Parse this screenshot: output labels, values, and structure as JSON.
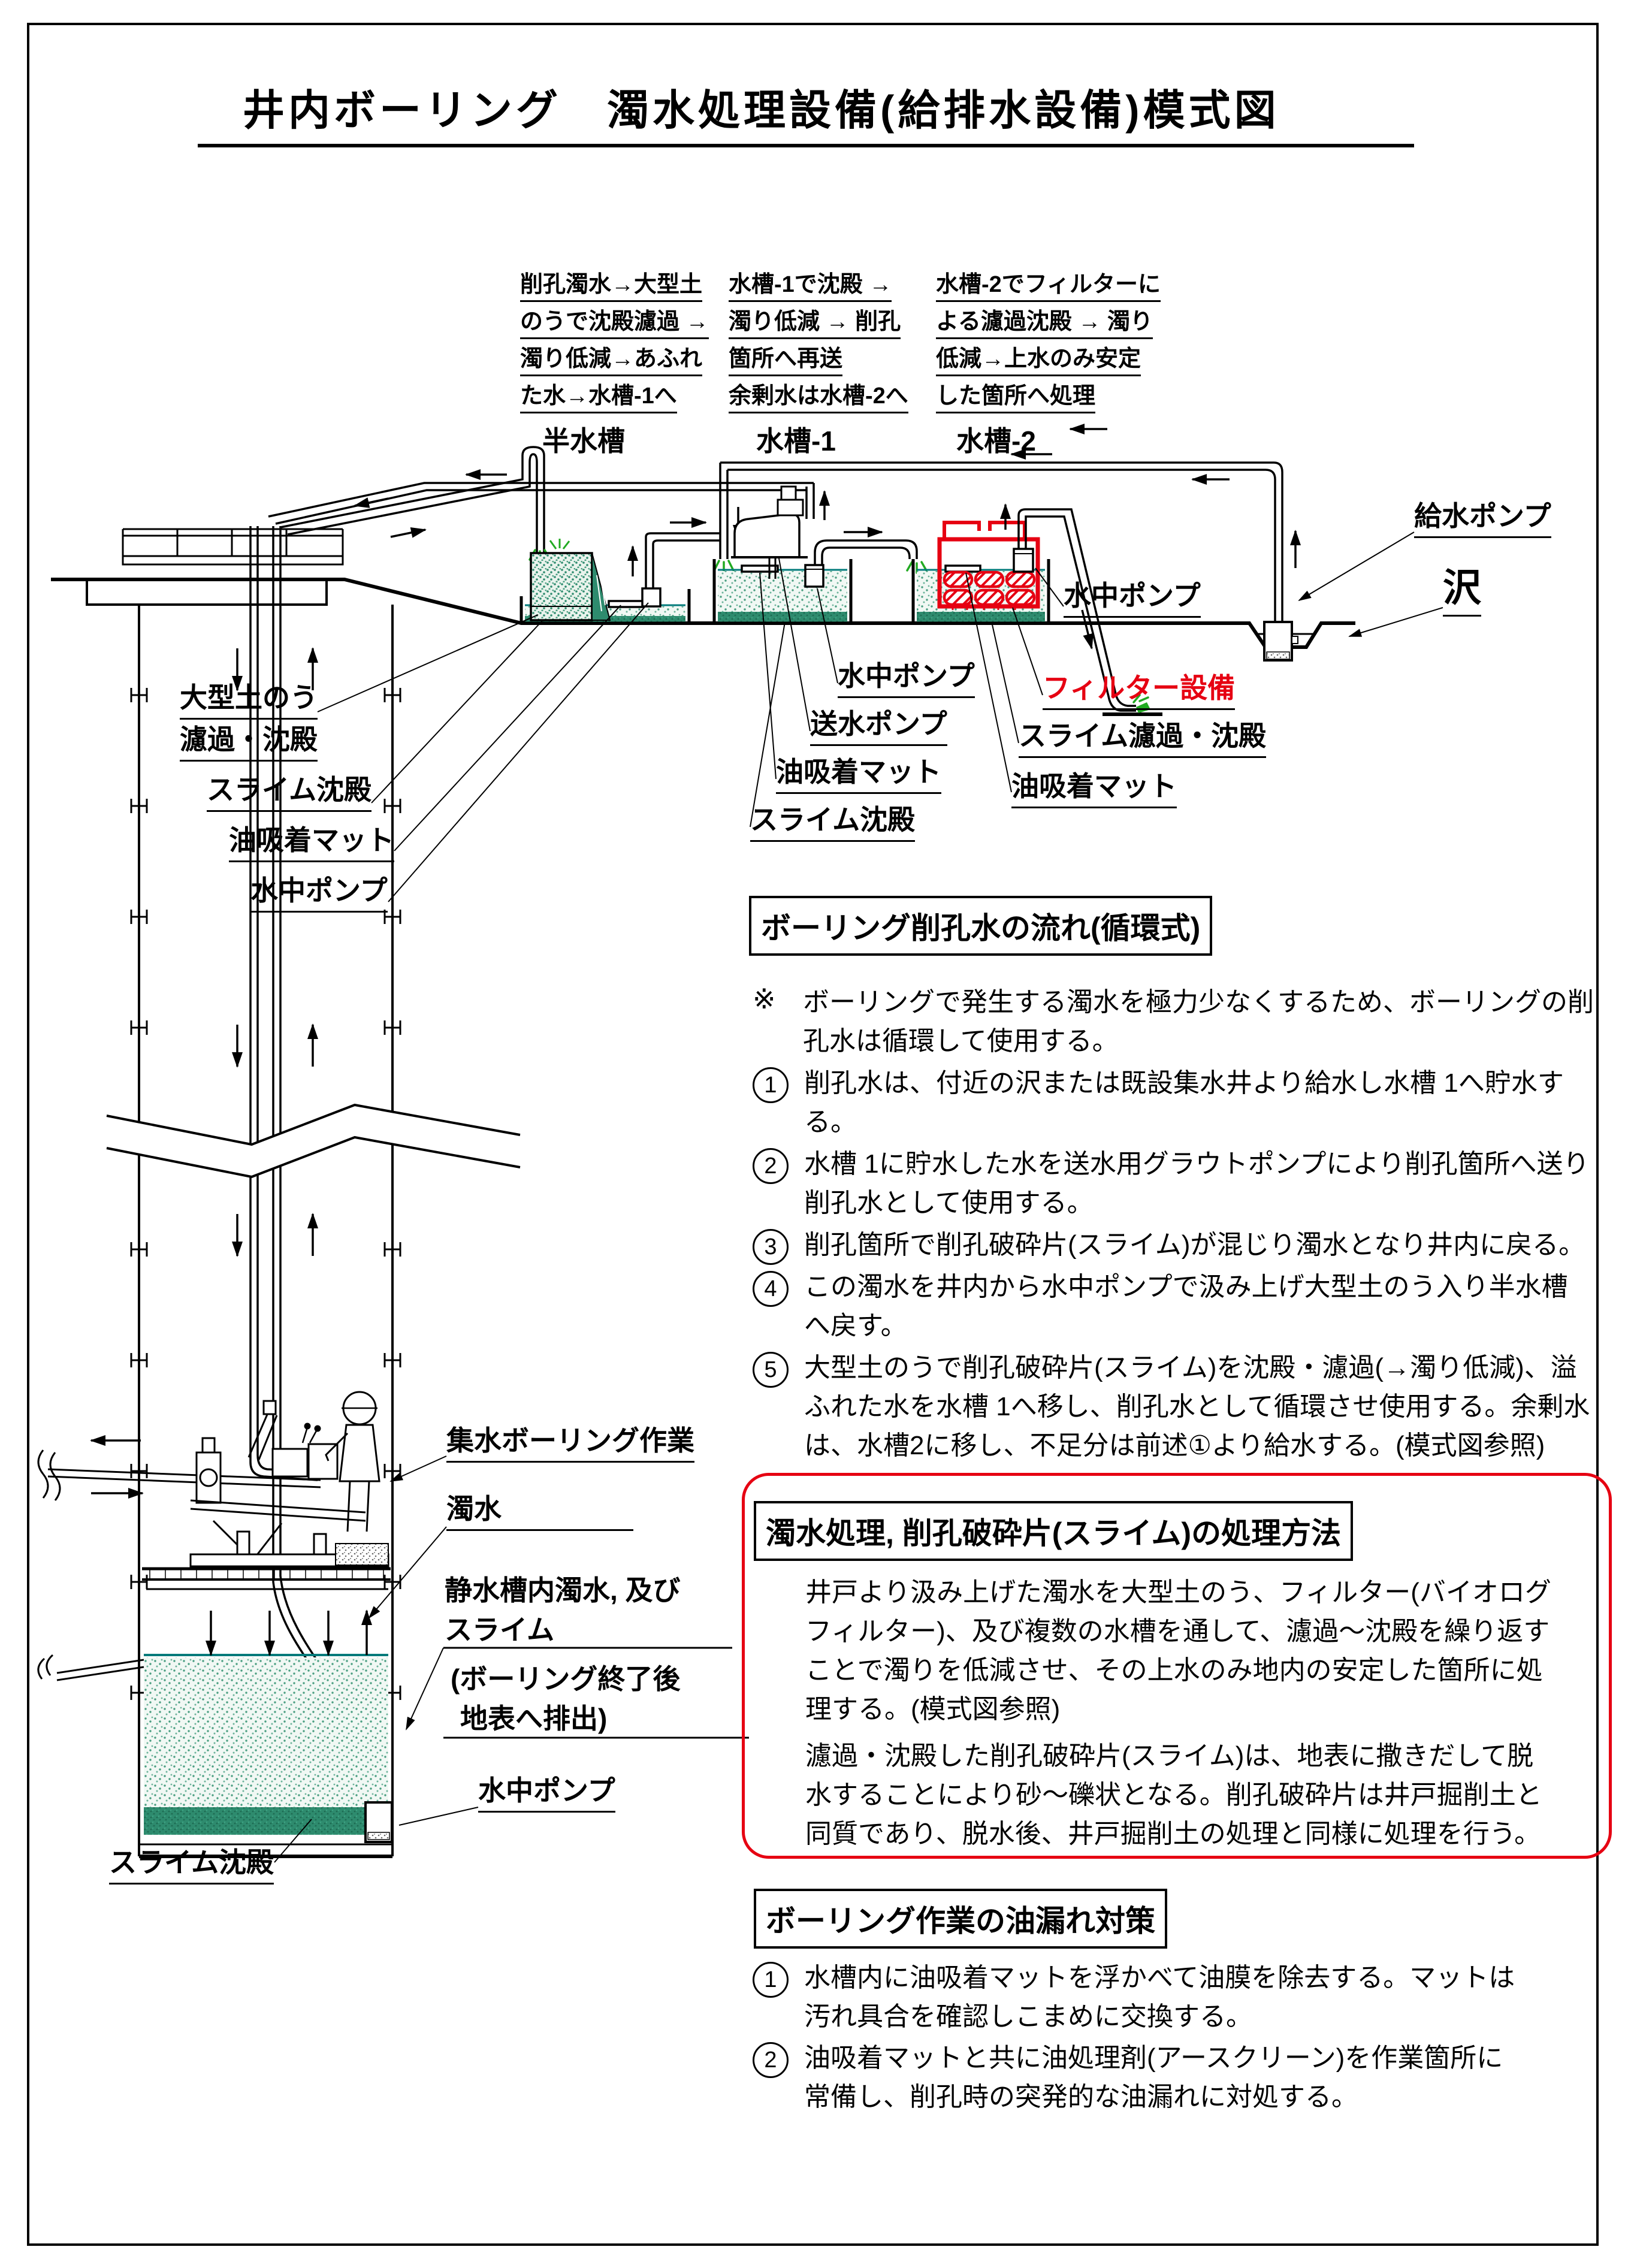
{
  "title": "井内ボーリング　濁水処理設備(給排水設備)模式図",
  "colors": {
    "accent_red": "#e60012",
    "water_stipple_green": "#4a9e81",
    "sediment_green": "#2e8b6e",
    "waterline_teal": "#007a7a",
    "splash_green": "#22aa22"
  },
  "flow_notes": {
    "note1": [
      "削孔濁水→大型土",
      "のうで沈殿濾過 →",
      "濁り低減→あふれ",
      "た水→水槽-1へ"
    ],
    "note2": [
      "水槽-1で沈殿 →",
      "濁り低減 → 削孔",
      "箇所へ再送",
      "余剰水は水槽-2へ"
    ],
    "note3": [
      "水槽-2でフィルターに",
      "よる濾過沈殿 → 濁り",
      "低減→上水のみ安定",
      "した箇所へ処理"
    ]
  },
  "tanks": {
    "half": "半水槽",
    "t1": "水槽-1",
    "t2": "水槽-2"
  },
  "labels": {
    "half_group": {
      "sandbag": "大型土のう",
      "sandbag2": "濾過・沈殿",
      "slime": "スライム沈殿",
      "mat": "油吸着マット",
      "pump": "水中ポンプ"
    },
    "t1_group": {
      "pump": "水中ポンプ",
      "feed": "送水ポンプ",
      "mat": "油吸着マット",
      "slime": "スライム沈殿"
    },
    "t2_group": {
      "pump": "水中ポンプ",
      "filter": "フィルター設備",
      "slime": "スライム濾過・沈殿",
      "mat": "油吸着マット"
    },
    "right_side": {
      "supply_pump": "給水ポンプ",
      "stream": "沢"
    },
    "well": {
      "work": "集水ボーリング作業",
      "muddy": "濁水",
      "still1": "静水槽内濁水, 及び",
      "still2": "スライム",
      "still3": "(ボーリング終了後",
      "still4": "地表へ排出)",
      "pump": "水中ポンプ",
      "slime": "スライム沈殿"
    }
  },
  "sections": {
    "flow": {
      "heading": "ボーリング削孔水の流れ(循環式)",
      "items": [
        {
          "marker": "※",
          "lines": [
            "ボーリングで発生する濁水を極力少なくするため、ボーリングの削",
            "孔水は循環して使用する。"
          ]
        },
        {
          "marker": "1",
          "lines": [
            "削孔水は、付近の沢または既設集水井より給水し水槽 1へ貯水す",
            "る。"
          ]
        },
        {
          "marker": "2",
          "lines": [
            "水槽 1に貯水した水を送水用グラウトポンプにより削孔箇所へ送り",
            "削孔水として使用する。"
          ]
        },
        {
          "marker": "3",
          "lines": [
            "削孔箇所で削孔破砕片(スライム)が混じり濁水となり井内に戻る。"
          ]
        },
        {
          "marker": "4",
          "lines": [
            "この濁水を井内から水中ポンプで汲み上げ大型土のう入り半水槽",
            "へ戻す。"
          ]
        },
        {
          "marker": "5",
          "lines": [
            "大型土のうで削孔破砕片(スライム)を沈殿・濾過(→濁り低減)、溢",
            "ふれた水を水槽 1へ移し、削孔水として循環させ使用する。余剰水",
            "は、水槽2に移し、不足分は前述①より給水する。(模式図参照)"
          ]
        }
      ]
    },
    "treatment": {
      "heading": "濁水処理, 削孔破砕片(スライム)の処理方法",
      "para1": [
        "井戸より汲み上げた濁水を大型土のう、フィルター(バイオログ",
        "フィルター)、及び複数の水槽を通して、濾過〜沈殿を繰り返す",
        "ことで濁りを低減させ、その上水のみ地内の安定した箇所に処",
        "理する。(模式図参照)"
      ],
      "para2": [
        "濾過・沈殿した削孔破砕片(スライム)は、地表に撒きだして脱",
        "水することにより砂〜礫状となる。削孔破砕片は井戸掘削土と",
        "同質であり、脱水後、井戸掘削土の処理と同様に処理を行う。"
      ]
    },
    "oil": {
      "heading": "ボーリング作業の油漏れ対策",
      "items": [
        {
          "marker": "1",
          "lines": [
            "水槽内に油吸着マットを浮かべて油膜を除去する。マットは",
            "汚れ具合を確認しこまめに交換する。"
          ]
        },
        {
          "marker": "2",
          "lines": [
            "油吸着マットと共に油処理剤(アースクリーン)を作業箇所に",
            "常備し、削孔時の突発的な油漏れに対処する。"
          ]
        }
      ]
    }
  }
}
